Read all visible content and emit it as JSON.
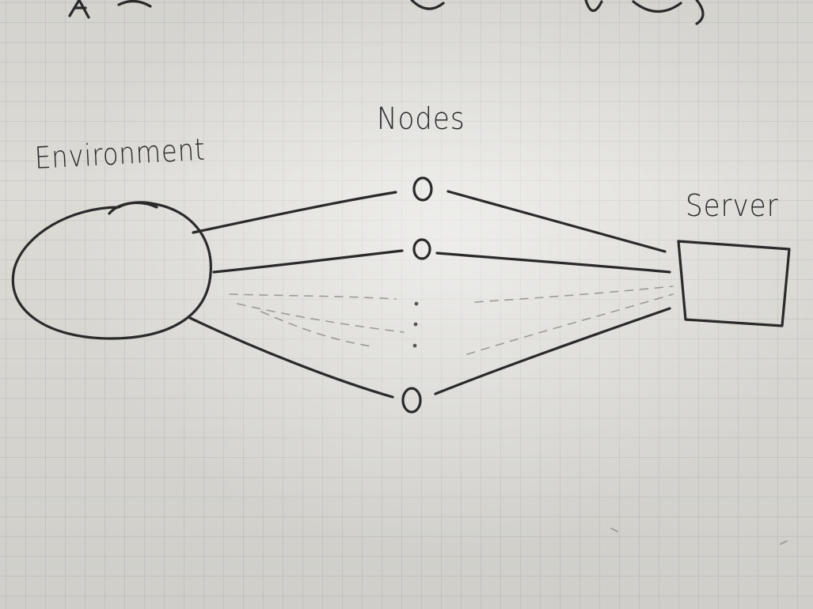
{
  "diagram": {
    "environment_label": "Environment",
    "nodes_label": "Nodes",
    "server_label": "Server",
    "ink_color": "#2a2a2a",
    "paper_color": "#dcdbd6"
  }
}
